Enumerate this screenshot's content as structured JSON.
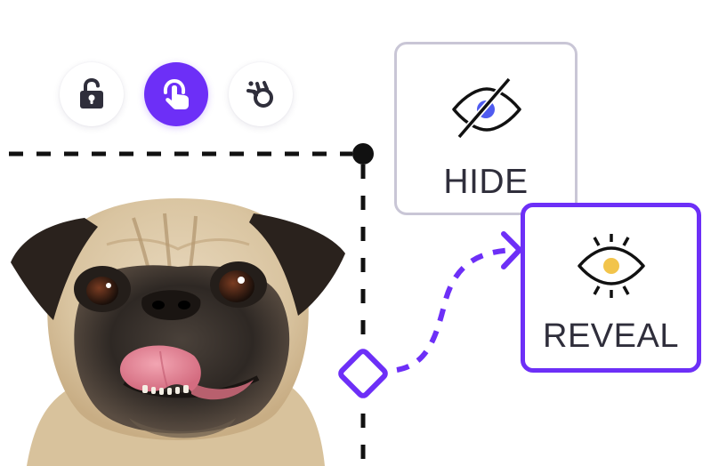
{
  "toolbar": {
    "buttons": [
      {
        "id": "unlock",
        "icon": "unlock-icon",
        "active": false
      },
      {
        "id": "tap",
        "icon": "tap-hand-icon",
        "active": true
      },
      {
        "id": "drag-object",
        "icon": "hand-grab-icon",
        "active": false
      }
    ]
  },
  "cards": {
    "hide": {
      "label": "HIDE",
      "icon": "eye-slash-icon",
      "icon_accent": "#4f5bf0"
    },
    "reveal": {
      "label": "REVEAL",
      "icon": "eye-open-icon",
      "icon_accent": "#f2c44b"
    }
  },
  "canvas": {
    "image": "pug-photo",
    "guide_color": "#111111",
    "connector_color": "#6d2ff7"
  },
  "colors": {
    "accent": "#6d2ff7",
    "hide_border": "#c9c6d6",
    "text": "#2f2e3b",
    "icon_dark": "#2f2e3b"
  }
}
